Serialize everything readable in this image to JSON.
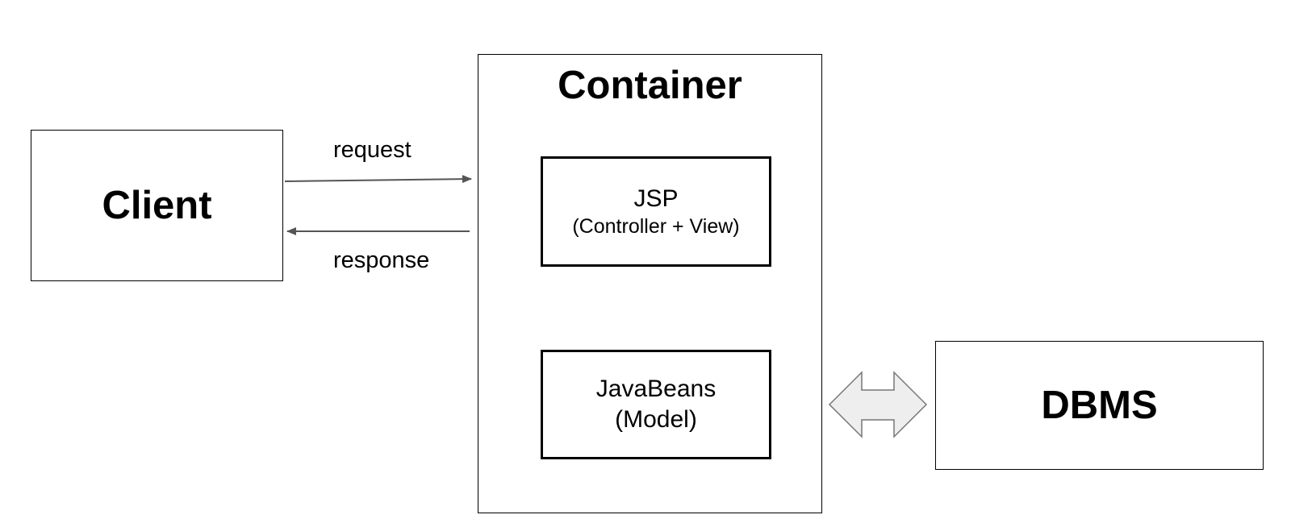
{
  "nodes": {
    "client": {
      "label": "Client"
    },
    "container": {
      "title": "Container"
    },
    "jsp": {
      "line1": "JSP",
      "line2": "(Controller + View)"
    },
    "javabeans": {
      "line1": "JavaBeans",
      "line2": "(Model)"
    },
    "dbms": {
      "label": "DBMS"
    }
  },
  "edges": {
    "request": {
      "label": "request",
      "from": "Client",
      "to": "Container"
    },
    "response": {
      "label": "response",
      "from": "Container",
      "to": "Client"
    },
    "data_exchange": {
      "from": "Container",
      "to": "DBMS",
      "style": "bidirectional block arrow"
    }
  },
  "colors": {
    "border": "#000000",
    "arrow_line": "#555555",
    "block_arrow_fill": "#eeeeee",
    "block_arrow_stroke": "#777777"
  }
}
